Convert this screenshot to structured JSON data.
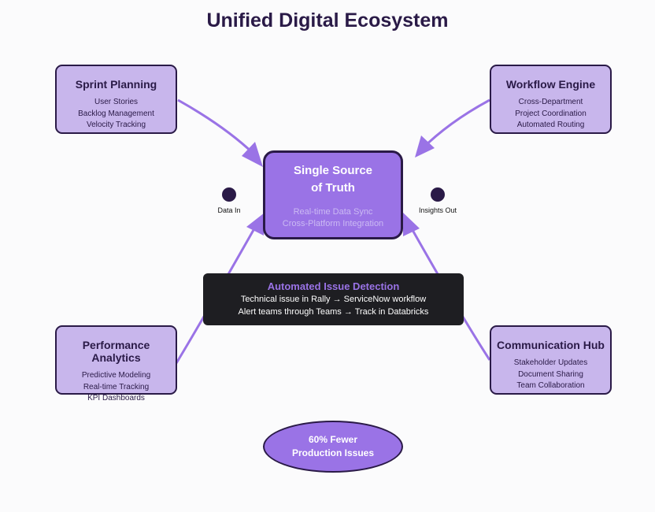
{
  "title": "Unified Digital Ecosystem",
  "center": {
    "title_line1": "Single Source",
    "title_line2": "of Truth",
    "items": [
      "Real-time Data Sync",
      "Cross-Platform Integration"
    ]
  },
  "modules": {
    "sprint_planning": {
      "title": "Sprint Planning",
      "items": [
        "User Stories",
        "Backlog Management",
        "Velocity Tracking"
      ]
    },
    "workflow_engine": {
      "title": "Workflow Engine",
      "items": [
        "Cross-Department",
        "Project Coordination",
        "Automated Routing"
      ]
    },
    "performance_analytics": {
      "title": "Performance Analytics",
      "items": [
        "Predictive Modeling",
        "Real-time Tracking",
        "KPI Dashboards"
      ]
    },
    "communication_hub": {
      "title": "Communication Hub",
      "items": [
        "Stakeholder Updates",
        "Document Sharing",
        "Team Collaboration"
      ]
    }
  },
  "flows": {
    "data_in": "Data In",
    "insights_out": "Insights Out"
  },
  "issue_detection": {
    "title": "Automated Issue Detection",
    "line1": "Technical issue in Rally → ServiceNow workflow",
    "line2": "Alert teams through Teams → Track in Databricks"
  },
  "outcome": {
    "line1": "60% Fewer",
    "line2": "Production Issues"
  },
  "colors": {
    "accent": "#9a73e6",
    "box_fill": "#c8b6ec",
    "outline": "#2a1a47",
    "dark_panel": "#1e1e22"
  }
}
